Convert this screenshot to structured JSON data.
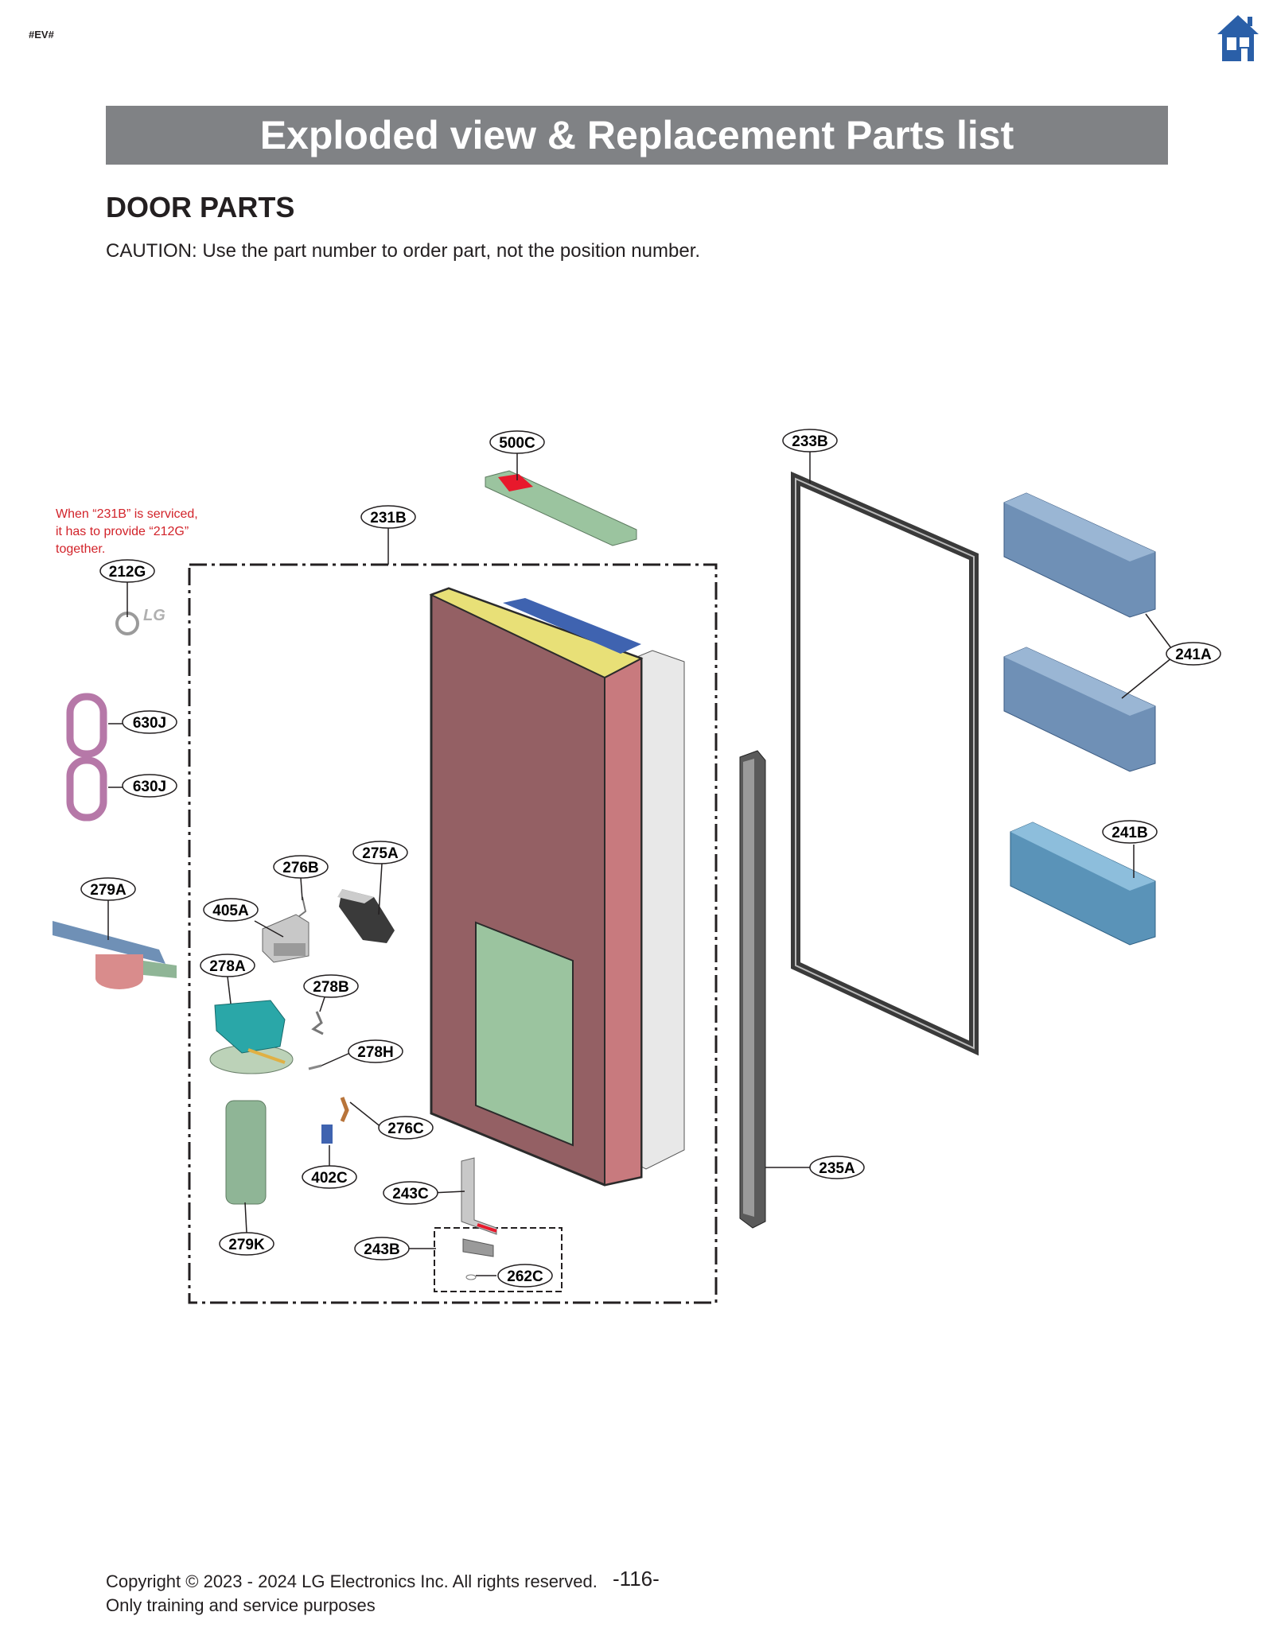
{
  "header": {
    "tag": "#EV#",
    "home_icon": "home-icon"
  },
  "banner": {
    "title": "Exploded view & Replacement Parts list"
  },
  "section": {
    "title": "DOOR PARTS",
    "caution": "CAUTION: Use the part number to order part, not the position number."
  },
  "diagram": {
    "note_lines": [
      "When “231B” is serviced,",
      "it has to provide “212G”",
      "together."
    ],
    "logo_text": "LG",
    "callouts": {
      "c500C": "500C",
      "c233B": "233B",
      "c231B": "231B",
      "c212G": "212G",
      "c630J_1": "630J",
      "c630J_2": "630J",
      "c241A": "241A",
      "c241B": "241B",
      "c279A": "279A",
      "c276B": "276B",
      "c275A": "275A",
      "c405A": "405A",
      "c278A": "278A",
      "c278B": "278B",
      "c278H": "278H",
      "c276C": "276C",
      "c402C": "402C",
      "c243C": "243C",
      "c235A": "235A",
      "c279K": "279K",
      "c243B": "243B",
      "c262C": "262C"
    },
    "colors": {
      "door_red": "#c87a7e",
      "part_green": "#8fb596",
      "bin_blue": "#6f90b6",
      "note_red": "#d2232a"
    }
  },
  "footer": {
    "copyright": "Copyright © 2023 - 2024 LG Electronics Inc. All rights reserved.",
    "purpose": "Only training and service purposes",
    "page": "-116-"
  }
}
